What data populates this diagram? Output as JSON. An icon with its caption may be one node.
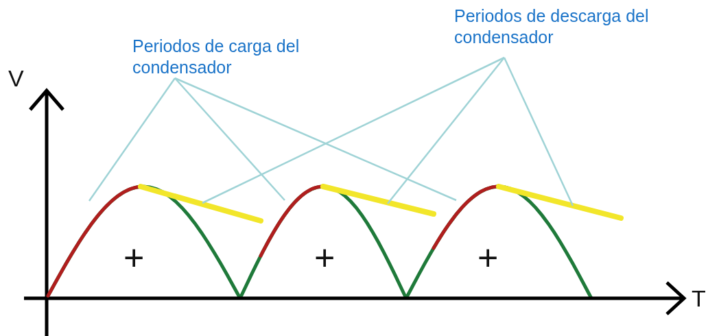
{
  "diagram": {
    "nodes": [
      {
        "text": [
          "Periodos de carga del condensador"
        ]
      },
      {
        "text": [
          "Periodos de descarga del condensador"
        ]
      },
      {
        "text": [],
        "shape": "curve"
      },
      {
        "text": [],
        "shape": "curve"
      },
      {
        "text": [],
        "shape": "curve"
      },
      {
        "text": [],
        "shape": "curve"
      },
      {
        "text": [],
        "shape": "curve"
      },
      {
        "text": [],
        "shape": "curve"
      }
    ],
    "edges": [
      {
        "from": 0,
        "to": 2,
        "arrow": "none"
      },
      {
        "from": 0,
        "to": 4,
        "arrow": "none"
      },
      {
        "from": 0,
        "to": 6,
        "arrow": "none"
      },
      {
        "from": 1,
        "to": 3,
        "arrow": "none"
      },
      {
        "from": 1,
        "to": 5,
        "arrow": "none"
      },
      {
        "from": 1,
        "to": 7,
        "arrow": "none"
      }
    ],
    "labels": [
      "V",
      "T",
      "+",
      "+",
      "+"
    ]
  }
}
